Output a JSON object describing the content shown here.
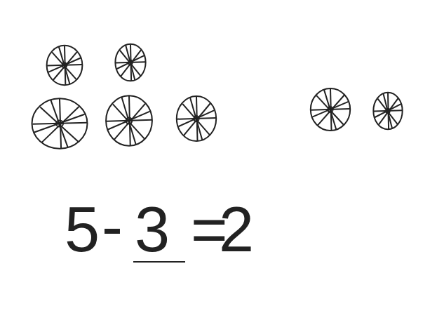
{
  "diagram": {
    "labels": [
      "5",
      "-",
      "3",
      "=",
      "2"
    ]
  }
}
